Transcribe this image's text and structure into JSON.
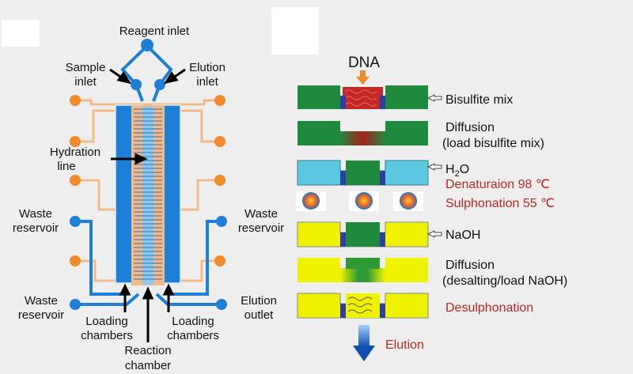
{
  "left_labels": {
    "reagent_inlet": "Reagent inlet",
    "sample_inlet_1": "Sample",
    "sample_inlet_2": "inlet",
    "elution_inlet_1": "Elution",
    "elution_inlet_2": "inlet",
    "hydration_line_1": "Hydration",
    "hydration_line_2": "line",
    "waste_left_1": "Waste",
    "waste_left_2": "reservoir",
    "waste_right_1": "Waste",
    "waste_right_2": "reservoir",
    "waste_bottom_1": "Waste",
    "waste_bottom_2": "reservoir",
    "elution_outlet_1": "Elution",
    "elution_outlet_2": "outlet",
    "loading_left_1": "Loading",
    "loading_left_2": "chambers",
    "loading_right_1": "Loading",
    "loading_right_2": "chambers",
    "reaction_chamber_1": "Reaction",
    "reaction_chamber_2": "chamber"
  },
  "right_labels": {
    "dna": "DNA",
    "bisulfite_mix": "Bisulfite mix",
    "diffusion_1": "Diffusion",
    "diffusion_1_sub": "(load bisulfite mix)",
    "h2o_main": "H",
    "h2o_sub": "2",
    "h2o_tail": "O",
    "denaturation": "Denaturaion 98 ℃",
    "sulphonation": "Sulphonation 55 ℃",
    "naoh": "NaOH",
    "diffusion_2": "Diffusion",
    "diffusion_2_sub": "(desalting/load NaOH)",
    "desulphonation": "Desulphonation",
    "elution": "Elution"
  },
  "colors": {
    "green": "#1f8a3c",
    "red": "#c62828",
    "cyan": "#5bc8e0",
    "yellow": "#eef200",
    "blue_channel": "#1e7fd6",
    "orange_port": "#f08a2a",
    "dark_red_text": "#b52a22"
  }
}
